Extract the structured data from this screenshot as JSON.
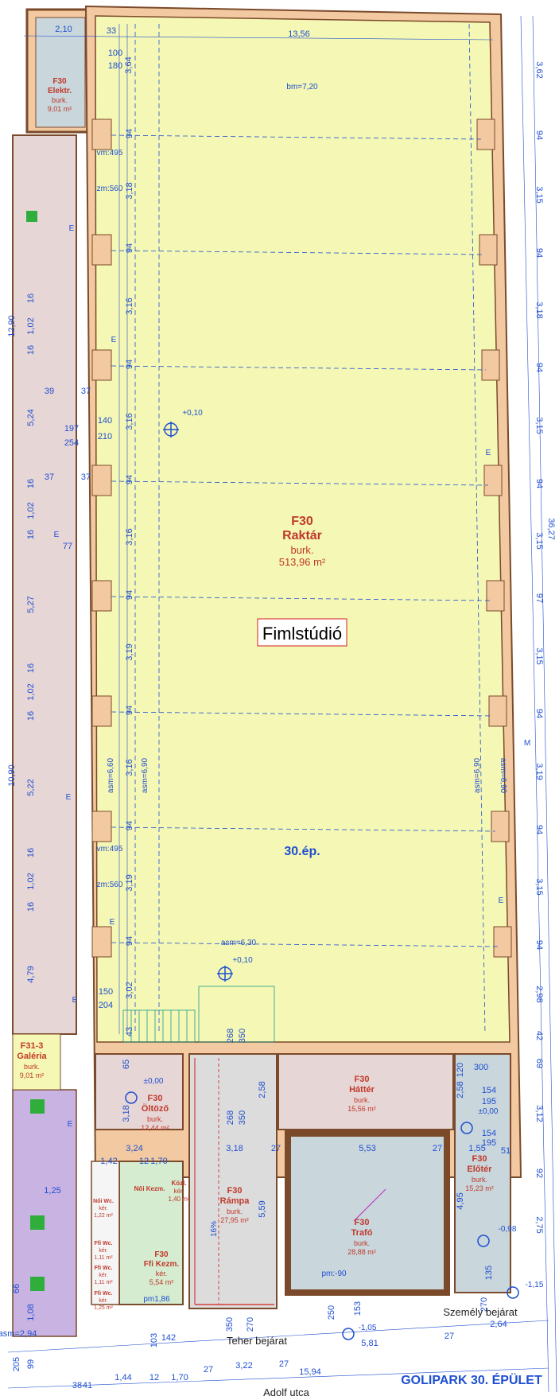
{
  "colors": {
    "warehouse": "#f5f7b4",
    "wall": "#f2c9a0",
    "wall_stroke": "#7a4a2a",
    "side_building": "#e7d6d6",
    "gallery": "#c9b3e3",
    "trafo": "#c9d6dc",
    "ramp": "#dcdcdc",
    "dim_blue": "#1f4fd1",
    "label_red": "#c0392b",
    "wc_green": "#d6ecd0"
  },
  "rooms": {
    "elektr": {
      "code": "F30",
      "name": "Elektr.",
      "surface": "burk.",
      "area": "9,01 m²"
    },
    "raktar": {
      "code": "F30",
      "name": "Raktár",
      "surface": "burk.",
      "area": "513,96 m²"
    },
    "studio": {
      "label": "Fimlstúdió"
    },
    "building": {
      "label": "30.ép."
    },
    "galeria": {
      "code": "F31-3",
      "name": "Galéria",
      "surface": "burk.",
      "area": "9,01 m²"
    },
    "oltozo": {
      "code": "F30",
      "name": "Öltöző",
      "surface": "burk.",
      "area": "12,44 m²"
    },
    "hatter": {
      "code": "F30",
      "name": "Háttér",
      "surface": "burk.",
      "area": "15,56 m²"
    },
    "eloter": {
      "code": "F30",
      "name": "Előtér",
      "surface": "burk.",
      "area": "15,23 m²"
    },
    "rampa": {
      "code": "F30",
      "name": "Rámpa",
      "surface": "burk.",
      "area": "27,95 m²"
    },
    "trafo": {
      "code": "F30",
      "name": "Trafó",
      "surface": "burk.",
      "area": "28,88 m²"
    },
    "ffi_kezm": {
      "code": "F30",
      "name": "Ffi Kezm.",
      "surface": "kér.",
      "area": "5,54 m²"
    },
    "noi_kezm": {
      "code": "Női Kezm.",
      "name": "",
      "surface": "",
      "area": ""
    },
    "kozl": {
      "code": "Közl.",
      "name": "",
      "surface": "kér.",
      "area": "1,40 m²"
    },
    "noi_wc": {
      "code": "Női Wc.",
      "name": "",
      "surface": "kér.",
      "area": "1,22 m²"
    },
    "ffi_wc1": {
      "code": "Ffi Wc.",
      "name": "",
      "surface": "kér.",
      "area": "1,11 m²"
    },
    "ffi_wc2": {
      "code": "Ffi Wc.",
      "name": "",
      "surface": "kér.",
      "area": "1,11 m²"
    },
    "ffi_wc3": {
      "code": "Ffi Wc.",
      "name": "",
      "surface": "kér.",
      "area": "1,25 m²"
    }
  },
  "notes": {
    "bm": "bm=7,20",
    "vm1": "vm:495",
    "zm1": "zm:560",
    "vm2": "vm:495",
    "zm2": "zm:560",
    "asm_left": "asm=6,60",
    "asm_mid": "asm=6,90",
    "asm_right1": "asm=6,90",
    "asm_right2": "asm=6,90",
    "asm_bottom": "asm=6,30",
    "level1": "+0,10",
    "level2": "+0,10",
    "level_oltozo": "±0,00",
    "level_eloter": "±0,00",
    "level_098": "-0,98",
    "level_115": "-1,15",
    "level_105": "-1,05",
    "pm90": "pm:-90",
    "pm186": "pm1,86",
    "slope": "16%",
    "m_mark": "M",
    "e": "E"
  },
  "dims_top": [
    "2,10",
    "33",
    "13,56",
    "100",
    "180",
    "3,64"
  ],
  "dims_left": [
    "94",
    "3,18",
    "94",
    "3,16",
    "94",
    "3,16",
    "94",
    "3,16",
    "94",
    "3,19",
    "94",
    "3,16",
    "94",
    "3,19",
    "94",
    "3,02",
    "43"
  ],
  "dims_right": [
    "3,62",
    "94",
    "3,15",
    "94",
    "3,18",
    "94",
    "3,15",
    "94",
    "3,15",
    "97",
    "3,15",
    "94",
    "3,19",
    "94",
    "3,15",
    "94",
    "2,98",
    "42",
    "69",
    "3,12",
    "92",
    "2,75",
    "36,27"
  ],
  "dims_side": [
    "16",
    "1,02",
    "16",
    "39",
    "37",
    "5,24",
    "197",
    "254",
    "140",
    "210",
    "16",
    "37",
    "37",
    "1,02",
    "16",
    "77",
    "5,27",
    "16",
    "1,02",
    "16",
    "5,22",
    "16",
    "1,02",
    "16",
    "4,79",
    "150",
    "204",
    "12,90",
    "10,90"
  ],
  "dims_lower": [
    "65",
    "3,18",
    "2,58",
    "268",
    "350",
    "268",
    "350",
    "120",
    "300",
    "2,58",
    "154",
    "195",
    "154",
    "195",
    "5,53",
    "27",
    "1,55",
    "51",
    "3,24",
    "3,18",
    "27",
    "1,42",
    "12",
    "1,70",
    "5,59",
    "4,95",
    "1,25",
    "1,08",
    "66",
    "99",
    "205",
    "135",
    "270",
    "153",
    "250",
    "350",
    "270",
    "103",
    "142",
    "1,44",
    "12",
    "1,70",
    "27",
    "3,22",
    "27",
    "15,94",
    "5,81",
    "27",
    "2,64",
    "38",
    "41",
    "asm=2,94"
  ],
  "entrances": {
    "freight": "Teher bejárat",
    "person": "Személy bejárat"
  },
  "street": "Adolf utca",
  "title": "GOLIPARK 30. ÉPÜLET"
}
